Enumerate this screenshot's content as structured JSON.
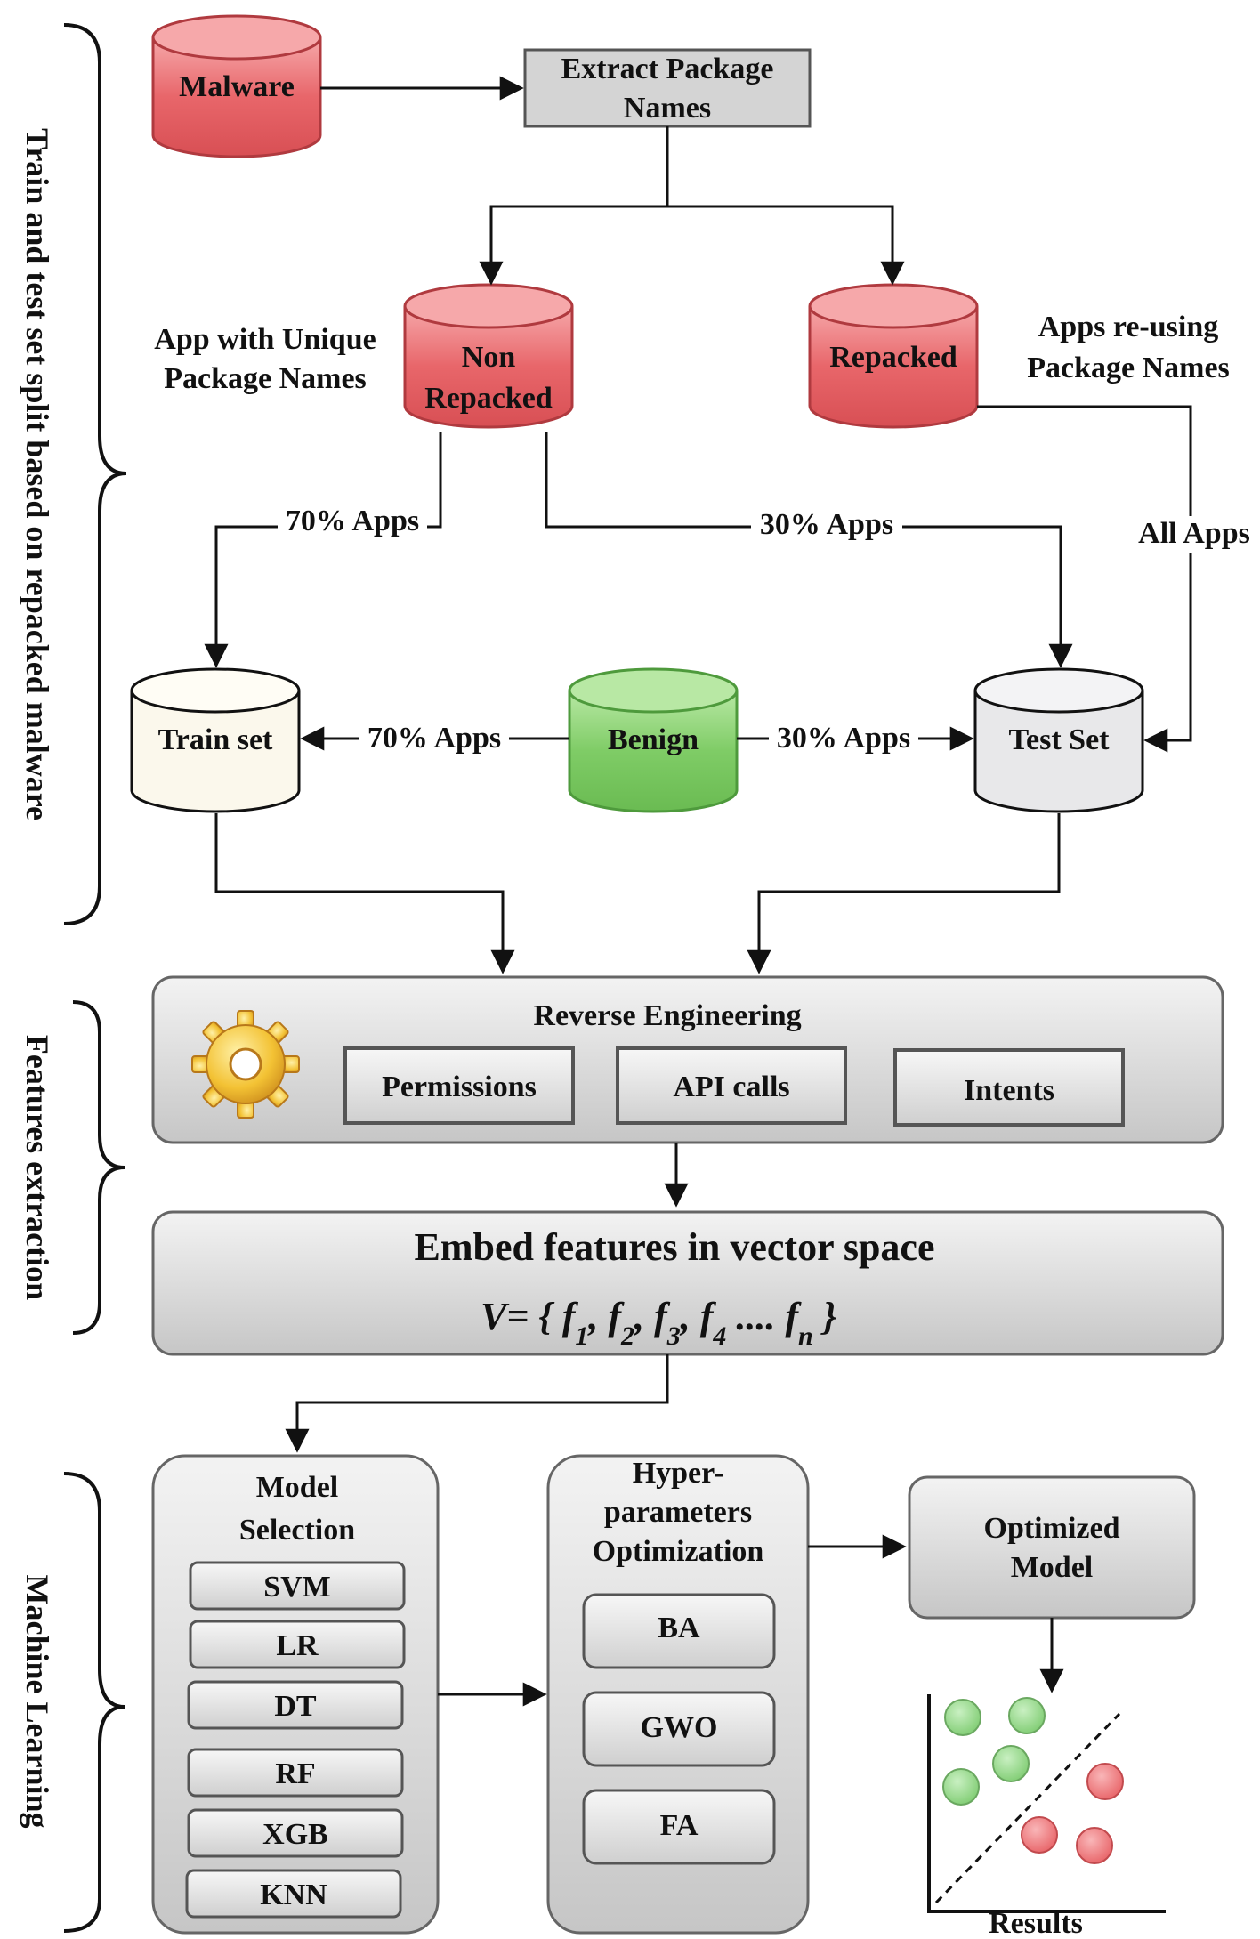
{
  "sections": {
    "split": "Train and test set split based on repacked malware",
    "features": "Features extraction",
    "ml": "Machine Learning"
  },
  "nodes": {
    "malware": "Malware",
    "extract_line1": "Extract Package",
    "extract_line2": "Names",
    "non_repacked_line1": "Non",
    "non_repacked_line2": "Repacked",
    "repacked": "Repacked",
    "unique_line1": "App with Unique",
    "unique_line2": "Package Names",
    "reusing_line1": "Apps re-using",
    "reusing_line2": "Package Names",
    "train_set": "Train set",
    "benign": "Benign",
    "test_set": "Test Set"
  },
  "edges": {
    "seventy_a": "70% Apps",
    "thirty_a": "30% Apps",
    "all_apps": "All Apps",
    "seventy_b": "70% Apps",
    "thirty_b": "30% Apps"
  },
  "reverse": {
    "title": "Reverse Engineering",
    "items": [
      "Permissions",
      "API calls",
      "Intents"
    ]
  },
  "embed": {
    "title": "Embed features in vector space",
    "formula": "V= { f1, f2, f3, f4 .... fn }"
  },
  "model_selection": {
    "title_line1": "Model",
    "title_line2": "Selection",
    "models": [
      "SVM",
      "LR",
      "DT",
      "RF",
      "XGB",
      "KNN"
    ]
  },
  "hyper": {
    "title_line1": "Hyper-",
    "title_line2": "parameters",
    "title_line3": "Optimization",
    "algos": [
      "BA",
      "GWO",
      "FA"
    ]
  },
  "optimized": {
    "line1": "Optimized",
    "line2": "Model"
  },
  "results": "Results",
  "colors": {
    "malware_red": "#e8666a",
    "benign_green": "#7fcc66",
    "train_cream": "#fbf8ec",
    "test_gray": "#e8e8ea",
    "box_gray": "#d6d6d6",
    "dot_green": "#93d98a",
    "dot_red": "#ef7d80"
  },
  "icons": [
    "gear-icon"
  ]
}
